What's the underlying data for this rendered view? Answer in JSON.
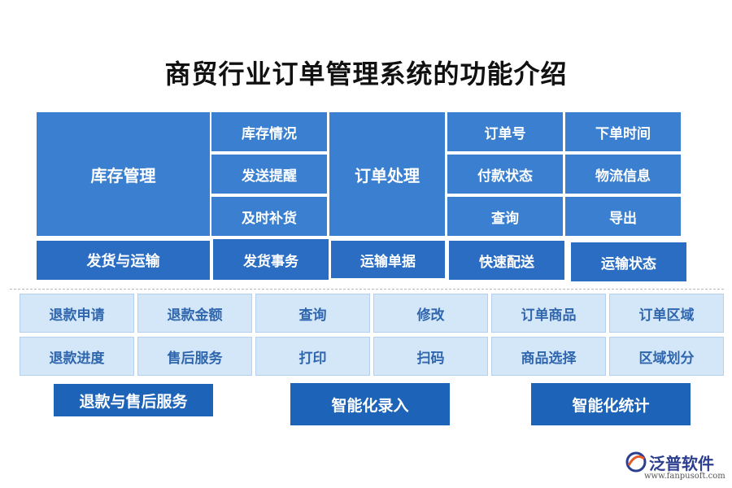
{
  "title": "商贸行业订单管理系统的功能介绍",
  "top_section": {
    "inventory": "库存管理",
    "inventory_items": [
      "库存情况",
      "发送提醒",
      "及时补货"
    ],
    "order": "订单处理",
    "order_items": [
      "订单号",
      "下单时间",
      "付款状态",
      "物流信息",
      "查询",
      "导出"
    ],
    "shipping_row": [
      "发货与运输",
      "发货事务",
      "运输单据",
      "快速配送",
      "运输状态"
    ]
  },
  "bottom_section": {
    "row1": [
      "退款申请",
      "退款金额",
      "查询",
      "修改",
      "订单商品",
      "订单区域"
    ],
    "row2": [
      "退款进度",
      "售后服务",
      "打印",
      "扫码",
      "商品选择",
      "区域划分"
    ],
    "groups": [
      "退款与售后服务",
      "智能化录入",
      "智能化统计"
    ]
  },
  "logo": {
    "name": "泛普软件",
    "url": "www.fanpusoft.com",
    "colors": {
      "accent": "#e65a2a",
      "brand": "#2c3e8f"
    }
  },
  "colors": {
    "block": "#3a7fd0",
    "block_dark": "#2a6dc2",
    "light_cell": "#d4e7f8",
    "light_text": "#2f66ad",
    "navy": "#1d63b8"
  }
}
